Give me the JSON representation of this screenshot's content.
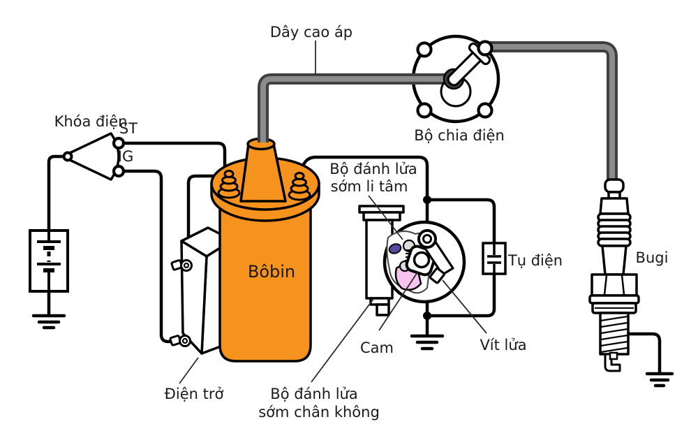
{
  "diagram": {
    "labels": {
      "high_voltage_wire": "Dây cao áp",
      "ignition_switch": "Khóa điện",
      "terminal_st": "ST",
      "terminal_ig": "IG",
      "distributor": "Bộ chia điện",
      "ignition_coil": "Bôbin",
      "centrifugal_advance": {
        "line1": "Bộ đánh lửa",
        "line2": "sớm li tâm"
      },
      "capacitor": "Tụ điện",
      "spark_plug": "Bugi",
      "cam": "Cam",
      "contact_points": "Vít lửa",
      "resistor": "Điện trở",
      "vacuum_advance": {
        "line1": "Bộ đánh lửa",
        "line2": "sớm chân không"
      }
    },
    "colors": {
      "coil_orange": "#F6921E",
      "cable_dark": "#3f3f3f",
      "cable_core": "#8b8b8b",
      "advance_pink": "#F7C4EF",
      "advance_purple": "#5A47A0",
      "line_black": "#000000",
      "background": "#ffffff"
    }
  }
}
